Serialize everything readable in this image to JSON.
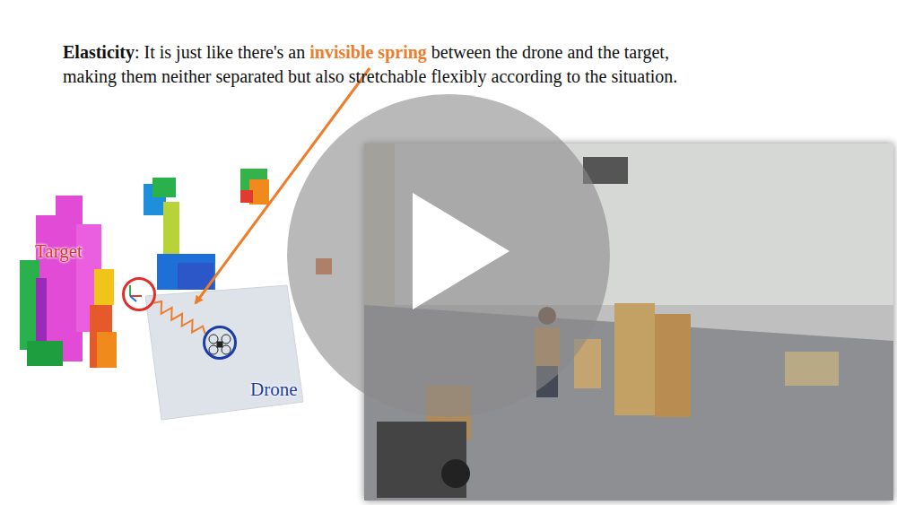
{
  "diagram": {
    "nodes": [
      {
        "text": [
          "Target"
        ]
      },
      {
        "text": [
          "Drone"
        ]
      }
    ],
    "edges": [
      {
        "from": 1,
        "to": 0,
        "arrow": "none"
      }
    ],
    "labels": [
      "Elasticity",
      ": It is just like there's an ",
      "invisible spring",
      " between the drone and the target,",
      "making them neither separated but also stretchable flexibly according to the situation."
    ]
  }
}
